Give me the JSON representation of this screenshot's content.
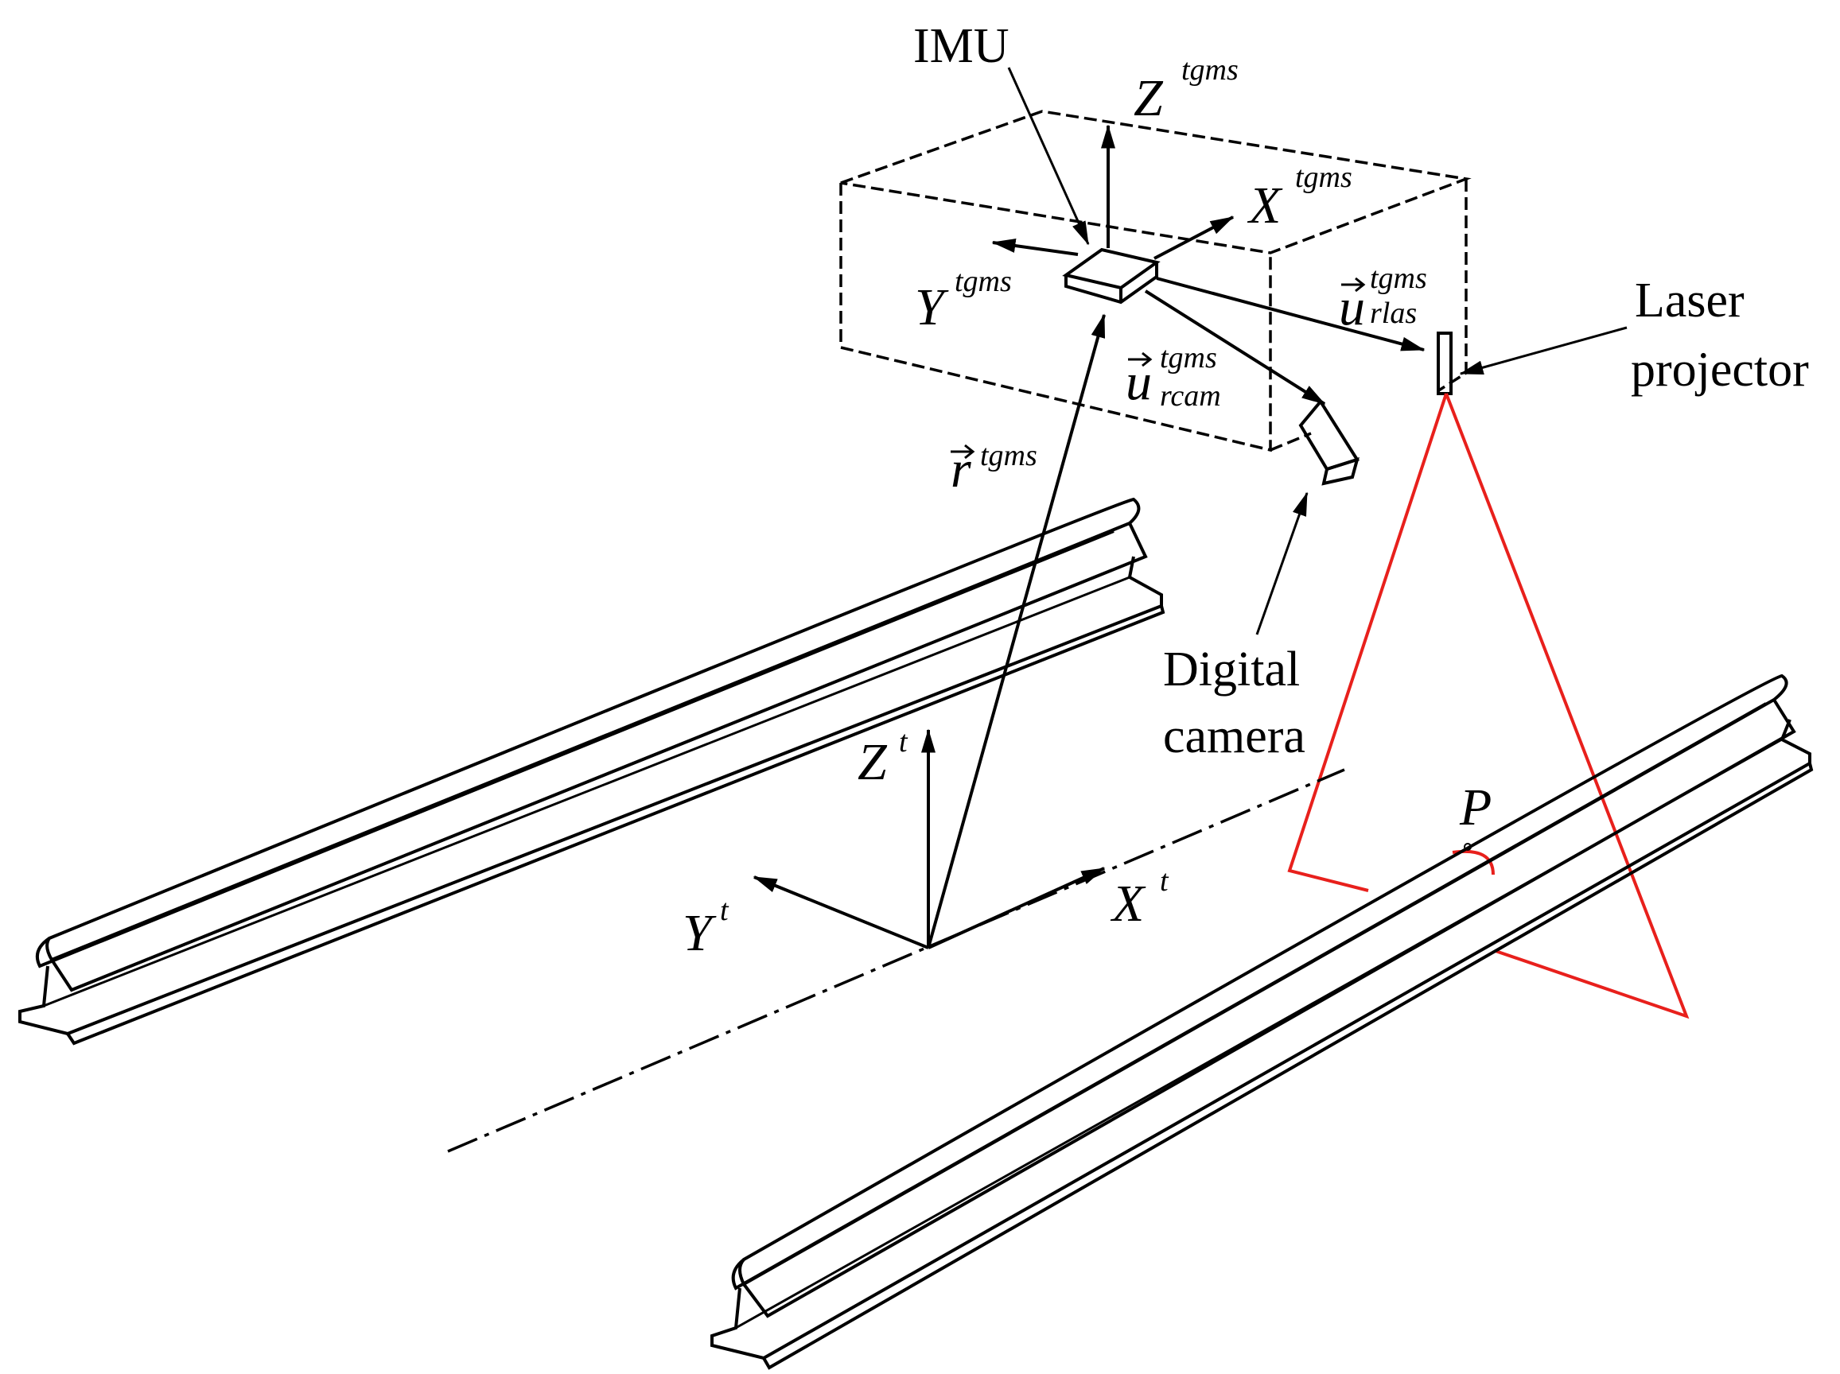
{
  "labels": {
    "imu": "IMU",
    "laser_line1": "Laser",
    "laser_line2": "projector",
    "camera_line1": "Digital",
    "camera_line2": "camera",
    "point_p": "P"
  },
  "axes": {
    "z_tgms": {
      "base": "Z",
      "sup": "tgms"
    },
    "x_tgms": {
      "base": "X",
      "sup": "tgms"
    },
    "y_tgms": {
      "base": "Y",
      "sup": "tgms"
    },
    "z_t": {
      "base": "Z",
      "sup": "t"
    },
    "x_t": {
      "base": "X",
      "sup": "t"
    },
    "y_t": {
      "base": "Y",
      "sup": "t"
    }
  },
  "vectors": {
    "u_rlas": {
      "base": "u",
      "sup": "tgms",
      "sub": "rlas"
    },
    "u_rcam": {
      "base": "u",
      "sup": "tgms",
      "sub": "rcam"
    },
    "r_tgms": {
      "base": "r",
      "sup": "tgms"
    }
  },
  "colors": {
    "line": "#000000",
    "laser": "#e8201c",
    "background": "#ffffff"
  }
}
